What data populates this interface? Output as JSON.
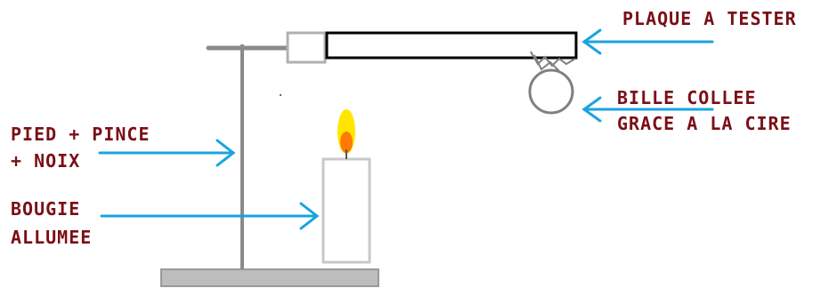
{
  "labels": {
    "plaque": "PLAQUE A TESTER",
    "bille_line1": "BILLE COLLEE",
    "bille_line2": "GRACE A LA CIRE",
    "pied_line1": "PIED + PINCE",
    "pied_line2": "+ NOIX",
    "bougie_line1": "BOUGIE",
    "bougie_line2": "ALLUMEE"
  },
  "colors": {
    "label_text": "#7a0f16",
    "arrow": "#1aa3e0",
    "stand": "#8a8a8a",
    "plate_outline": "#000000",
    "clamp": "#b0b0b0",
    "ball": "#808080",
    "candle": "#c8c8c8",
    "flame_outer": "#ffe600",
    "flame_inner": "#ff7a00",
    "base": "#bdbdbd"
  }
}
